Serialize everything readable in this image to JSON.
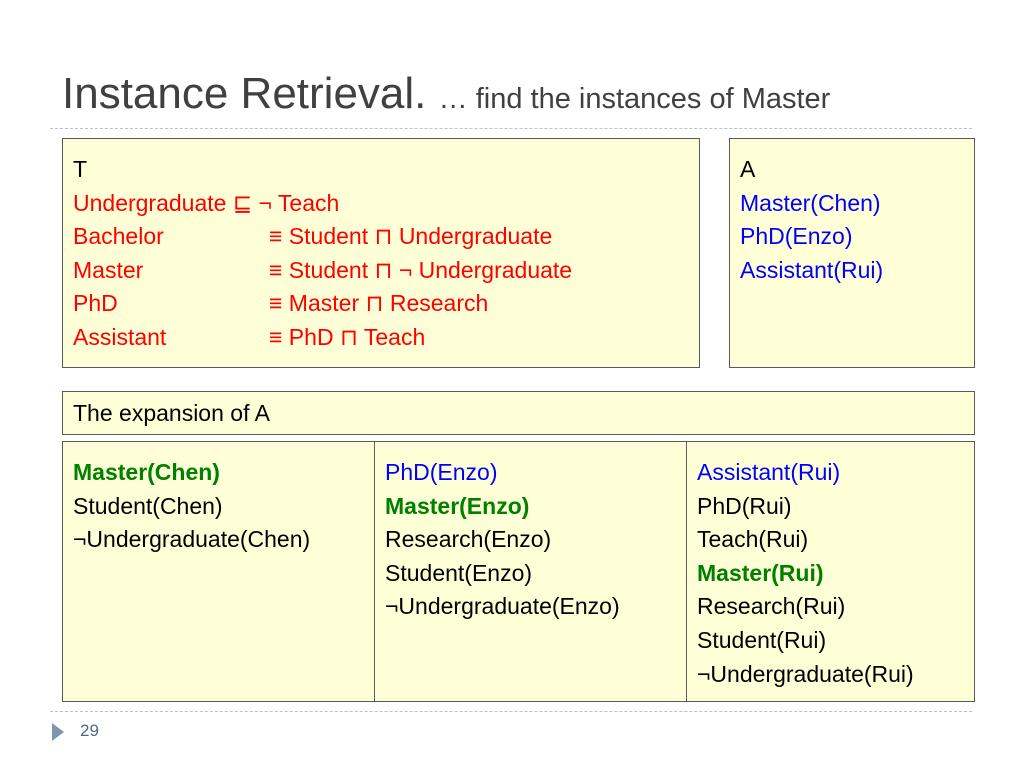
{
  "title": {
    "main": "Instance Retrieval.",
    "sub": "… find the instances of Master"
  },
  "tbox": {
    "label": "T",
    "axioms": [
      {
        "name": "Undergraduate ⊑ ¬ Teach",
        "body": ""
      },
      {
        "name": "Bachelor",
        "body": "≡ Student ⊓ Undergraduate"
      },
      {
        "name": "Master",
        "body": "≡ Student ⊓ ¬ Undergraduate"
      },
      {
        "name": "PhD",
        "body": "≡ Master ⊓ Research"
      },
      {
        "name": "Assistant",
        "body": "≡ PhD ⊓ Teach"
      }
    ]
  },
  "abox": {
    "label": "A",
    "assertions": [
      "Master(Chen)",
      "PhD(Enzo)",
      "Assistant(Rui)"
    ]
  },
  "expansion": {
    "label": "The expansion of A",
    "columns": [
      [
        {
          "text": "Master(Chen)",
          "style": "green"
        },
        {
          "text": "Student(Chen)",
          "style": "black"
        },
        {
          "text": "¬Undergraduate(Chen)",
          "style": "black"
        }
      ],
      [
        {
          "text": "PhD(Enzo)",
          "style": "blue"
        },
        {
          "text": "Master(Enzo)",
          "style": "green"
        },
        {
          "text": "Research(Enzo)",
          "style": "black"
        },
        {
          "text": "Student(Enzo)",
          "style": "black"
        },
        {
          "text": "¬Undergraduate(Enzo)",
          "style": "black"
        }
      ],
      [
        {
          "text": "Assistant(Rui)",
          "style": "blue"
        },
        {
          "text": "PhD(Rui)",
          "style": "black"
        },
        {
          "text": "Teach(Rui)",
          "style": "black"
        },
        {
          "text": "Master(Rui)",
          "style": "green"
        },
        {
          "text": "Research(Rui)",
          "style": "black"
        },
        {
          "text": "Student(Rui)",
          "style": "black"
        },
        {
          "text": "¬Undergraduate(Rui)",
          "style": "black"
        }
      ]
    ]
  },
  "footer": {
    "page_number": "29"
  },
  "colors": {
    "tbox_text": "#ff0000",
    "abox_text": "#0000ff",
    "highlight": "#008000",
    "box_fill": "#ffffd7",
    "title": "#404040",
    "accent": "#7f97ad"
  }
}
